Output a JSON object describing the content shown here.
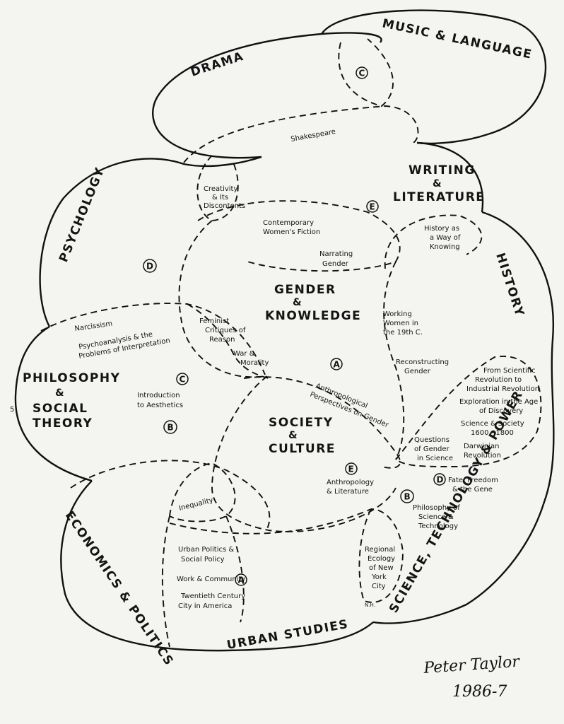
{
  "regions": {
    "music_language": "MUSIC & LANGUAGE",
    "drama": "DRAMA",
    "writing": "WRITING",
    "amp_writing": "&",
    "literature": "LITERATURE",
    "psychology": "PSYCHOLOGY",
    "history": "HISTORY",
    "gender": "GENDER",
    "amp_gender": "&",
    "knowledge": "KNOWLEDGE",
    "philosophy": "PHILOSOPHY",
    "amp_philosophy": "&",
    "social": "SOCIAL",
    "theory": "THEORY",
    "society": "SOCIETY",
    "amp_society": "&",
    "culture": "CULTURE",
    "economics_politics": "ECONOMICS & POLITICS",
    "urban_studies": "URBAN STUDIES",
    "science_technology_power": "SCIENCE, TECHNOLOGY & POWER"
  },
  "courses": {
    "shakespeare": "Shakespeare",
    "creativity_1": "Creativity",
    "creativity_2": "& Its",
    "creativity_3": "Discontents",
    "contemporary_1": "Contemporary",
    "contemporary_2": "Women's Fiction",
    "narrating_1": "Narrating",
    "narrating_2": "Gender",
    "history_way_1": "History as",
    "history_way_2": "a Way of",
    "history_way_3": "Knowing",
    "narcissism": "Narcissism",
    "psychoanalysis_1": "Psychoanalysis & the",
    "psychoanalysis_2": "Problems of Interpretation",
    "feminist_1": "Feminist",
    "feminist_2": "Critiques of",
    "feminist_3": "Reason",
    "war_1": "War &",
    "war_2": "Morality",
    "working_1": "Working",
    "working_2": "Women in",
    "working_3": "the 19th C.",
    "reconstructing_1": "Reconstructing",
    "reconstructing_2": "Gender",
    "scientific_rev_1": "From Scientific",
    "scientific_rev_2": "Revolution to",
    "scientific_rev_3": "Industrial Revolution",
    "exploration_1": "Exploration in the Age",
    "exploration_2": "of Discovery",
    "science_society_1": "Science & Society",
    "science_society_2": "1600 - 1800",
    "darwinian_1": "Darwinian",
    "darwinian_2": "Revolution",
    "intro_aesthetics_1": "Introduction",
    "intro_aesthetics_2": "to Aesthetics",
    "anthro_1": "Anthropological",
    "anthro_2": "Perspectives on Gender",
    "questions_1": "Questions",
    "questions_2": "of Gender",
    "questions_3": "in Science",
    "fate_1": "Fate, Freedom",
    "fate_2": "& the Gene",
    "anthro_lit_1": "Anthropology",
    "anthro_lit_2": "& Literature",
    "philsci_1": "Philosophy of",
    "philsci_2": "Science &",
    "philsci_3": "Technology",
    "inequality": "Inequality",
    "urban_pol_1": "Urban Politics &",
    "urban_pol_2": "Social Policy",
    "work_community": "Work & Community",
    "twentieth_1": "Twentieth Century",
    "twentieth_2": "City in America",
    "regional_1": "Regional",
    "regional_2": "Ecology",
    "regional_3": "of New",
    "regional_4": "York",
    "regional_5": "City"
  },
  "markers": {
    "c_music": "C",
    "e_writing": "E",
    "d_psych": "D",
    "c_aesthetics": "C",
    "a_gender": "A",
    "b_philosophy": "B",
    "e_anthro": "E",
    "d_fate": "D",
    "b_philsci": "B",
    "a_urban": "A"
  },
  "annotations": {
    "nh": "N.H.",
    "left_mark": "5"
  },
  "signature": {
    "name": "Peter Taylor",
    "date": "1986-7"
  }
}
